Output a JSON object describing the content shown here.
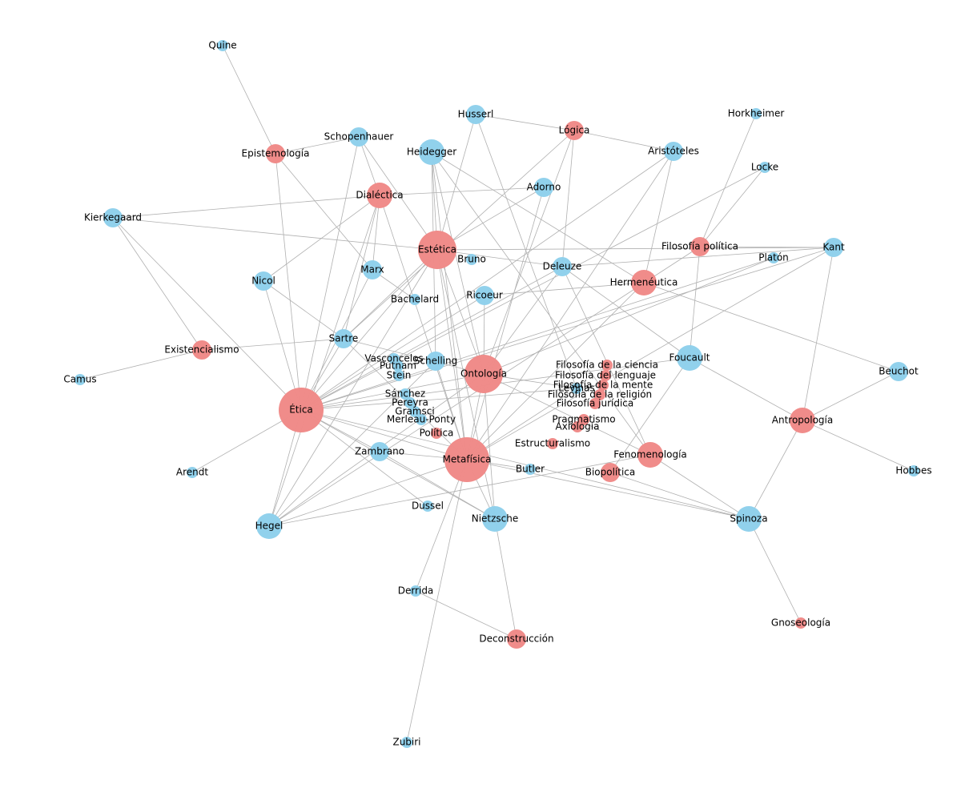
{
  "colors": {
    "person": "#8fd0ec",
    "concept": "#f08a88",
    "edge": "#b0b0b0"
  },
  "nodes": [
    {
      "id": "Quine",
      "type": "person",
      "size": 1
    },
    {
      "id": "Husserl",
      "type": "person",
      "size": 2
    },
    {
      "id": "Horkheimer",
      "type": "person",
      "size": 1
    },
    {
      "id": "Lógica",
      "type": "concept",
      "size": 2
    },
    {
      "id": "Schopenhauer",
      "type": "person",
      "size": 2
    },
    {
      "id": "Epistemología",
      "type": "concept",
      "size": 2
    },
    {
      "id": "Heidegger",
      "type": "person",
      "size": 3
    },
    {
      "id": "Aristóteles",
      "type": "person",
      "size": 2
    },
    {
      "id": "Locke",
      "type": "person",
      "size": 1
    },
    {
      "id": "Adorno",
      "type": "person",
      "size": 2
    },
    {
      "id": "Dialéctica",
      "type": "concept",
      "size": 3
    },
    {
      "id": "Kierkegaard",
      "type": "person",
      "size": 2
    },
    {
      "id": "Estética",
      "type": "concept",
      "size": 5
    },
    {
      "id": "Filosofía política",
      "type": "concept",
      "size": 2
    },
    {
      "id": "Kant",
      "type": "person",
      "size": 2
    },
    {
      "id": "Bruno",
      "type": "person",
      "size": 1
    },
    {
      "id": "Deleuze",
      "type": "person",
      "size": 2
    },
    {
      "id": "Platón",
      "type": "person",
      "size": 1
    },
    {
      "id": "Marx",
      "type": "person",
      "size": 2
    },
    {
      "id": "Hermenéutica",
      "type": "concept",
      "size": 3
    },
    {
      "id": "Nicol",
      "type": "person",
      "size": 2
    },
    {
      "id": "Ricoeur",
      "type": "person",
      "size": 2
    },
    {
      "id": "Bachelard",
      "type": "person",
      "size": 1
    },
    {
      "id": "Sartre",
      "type": "person",
      "size": 2
    },
    {
      "id": "Existencialismo",
      "type": "concept",
      "size": 2
    },
    {
      "id": "Vasconcelos",
      "type": "person",
      "size": 1
    },
    {
      "id": "Schelling",
      "type": "person",
      "size": 2
    },
    {
      "id": "Putnam",
      "type": "person",
      "size": 1
    },
    {
      "id": "Foucault",
      "type": "person",
      "size": 3
    },
    {
      "id": "Ontología",
      "type": "concept",
      "size": 5
    },
    {
      "id": "Filosofía de la ciencia",
      "type": "concept",
      "size": 1
    },
    {
      "id": "Filosofía del lenguaje",
      "type": "concept",
      "size": 1
    },
    {
      "id": "Filosofía de la mente",
      "type": "concept",
      "size": 1
    },
    {
      "id": "Levinas",
      "type": "person",
      "size": 1
    },
    {
      "id": "Filosofía de la religión",
      "type": "concept",
      "size": 1
    },
    {
      "id": "Filosofía jurídica",
      "type": "concept",
      "size": 1
    },
    {
      "id": "Stein",
      "type": "person",
      "size": 1
    },
    {
      "id": "Camus",
      "type": "person",
      "size": 1
    },
    {
      "id": "Beuchot",
      "type": "person",
      "size": 2
    },
    {
      "id": "Sánchez",
      "type": "person",
      "size": 1
    },
    {
      "id": "Pereyra",
      "type": "person",
      "size": 1
    },
    {
      "id": "Gramsci",
      "type": "person",
      "size": 1
    },
    {
      "id": "Ética",
      "type": "concept",
      "size": 6
    },
    {
      "id": "Merleau-Ponty",
      "type": "person",
      "size": 1
    },
    {
      "id": "Antropología",
      "type": "concept",
      "size": 3
    },
    {
      "id": "Pragmatismo",
      "type": "concept",
      "size": 1
    },
    {
      "id": "Axiología",
      "type": "concept",
      "size": 1
    },
    {
      "id": "Política",
      "type": "concept",
      "size": 1
    },
    {
      "id": "Estructuralismo",
      "type": "concept",
      "size": 1
    },
    {
      "id": "Fenomenología",
      "type": "concept",
      "size": 3
    },
    {
      "id": "Zambrano",
      "type": "person",
      "size": 2
    },
    {
      "id": "Metafísica",
      "type": "concept",
      "size": 6
    },
    {
      "id": "Butler",
      "type": "person",
      "size": 1
    },
    {
      "id": "Biopolítica",
      "type": "concept",
      "size": 2
    },
    {
      "id": "Arendt",
      "type": "person",
      "size": 1
    },
    {
      "id": "Hobbes",
      "type": "person",
      "size": 1
    },
    {
      "id": "Dussel",
      "type": "person",
      "size": 1
    },
    {
      "id": "Nietzsche",
      "type": "person",
      "size": 3
    },
    {
      "id": "Hegel",
      "type": "person",
      "size": 3
    },
    {
      "id": "Spinoza",
      "type": "person",
      "size": 3
    },
    {
      "id": "Derrida",
      "type": "person",
      "size": 1
    },
    {
      "id": "Gnoseología",
      "type": "concept",
      "size": 1
    },
    {
      "id": "Deconstrucción",
      "type": "concept",
      "size": 2
    },
    {
      "id": "Zubiri",
      "type": "person",
      "size": 1
    }
  ],
  "edges": [
    [
      "Quine",
      "Epistemología"
    ],
    [
      "Epistemología",
      "Ética"
    ],
    [
      "Epistemología",
      "Marx"
    ],
    [
      "Husserl",
      "Lógica"
    ],
    [
      "Husserl",
      "Estética"
    ],
    [
      "Husserl",
      "Levinas"
    ],
    [
      "Horkheimer",
      "Filosofía política"
    ],
    [
      "Lógica",
      "Aristóteles"
    ],
    [
      "Lógica",
      "Ontología"
    ],
    [
      "Lógica",
      "Deleuze"
    ],
    [
      "Lógica",
      "Sartre"
    ],
    [
      "Schopenhauer",
      "Dialéctica"
    ],
    [
      "Schopenhauer",
      "Estética"
    ],
    [
      "Schopenhauer",
      "Ética"
    ],
    [
      "Schopenhauer",
      "Epistemología"
    ],
    [
      "Heidegger",
      "Estética"
    ],
    [
      "Heidegger",
      "Hermenéutica"
    ],
    [
      "Heidegger",
      "Ontología"
    ],
    [
      "Heidegger",
      "Metafísica"
    ],
    [
      "Heidegger",
      "Schelling"
    ],
    [
      "Heidegger",
      "Fenomenología"
    ],
    [
      "Aristóteles",
      "Ética"
    ],
    [
      "Aristóteles",
      "Metafísica"
    ],
    [
      "Aristóteles",
      "Hermenéutica"
    ],
    [
      "Locke",
      "Filosofía política"
    ],
    [
      "Locke",
      "Ética"
    ],
    [
      "Adorno",
      "Dialéctica"
    ],
    [
      "Adorno",
      "Estética"
    ],
    [
      "Adorno",
      "Metafísica"
    ],
    [
      "Dialéctica",
      "Kierkegaard"
    ],
    [
      "Dialéctica",
      "Hegel"
    ],
    [
      "Dialéctica",
      "Marx"
    ],
    [
      "Dialéctica",
      "Sartre"
    ],
    [
      "Dialéctica",
      "Metafísica"
    ],
    [
      "Dialéctica",
      "Nicol"
    ],
    [
      "Kierkegaard",
      "Estética"
    ],
    [
      "Kierkegaard",
      "Existencialismo"
    ],
    [
      "Kierkegaard",
      "Ética"
    ],
    [
      "Estética",
      "Deleuze"
    ],
    [
      "Estética",
      "Kant"
    ],
    [
      "Estética",
      "Hegel"
    ],
    [
      "Estética",
      "Ontología"
    ],
    [
      "Estética",
      "Metafísica"
    ],
    [
      "Estética",
      "Sartre"
    ],
    [
      "Estética",
      "Nietzsche"
    ],
    [
      "Estética",
      "Ética"
    ],
    [
      "Filosofía política",
      "Kant"
    ],
    [
      "Filosofía política",
      "Foucault"
    ],
    [
      "Filosofía política",
      "Hegel"
    ],
    [
      "Kant",
      "Ética"
    ],
    [
      "Kant",
      "Metafísica"
    ],
    [
      "Kant",
      "Antropología"
    ],
    [
      "Kant",
      "Deleuze"
    ],
    [
      "Deleuze",
      "Ontología"
    ],
    [
      "Deleuze",
      "Foucault"
    ],
    [
      "Deleuze",
      "Fenomenología"
    ],
    [
      "Deleuze",
      "Ética"
    ],
    [
      "Platón",
      "Ética"
    ],
    [
      "Platón",
      "Ontología"
    ],
    [
      "Marx",
      "Bachelard"
    ],
    [
      "Marx",
      "Ética"
    ],
    [
      "Hermenéutica",
      "Ricoeur"
    ],
    [
      "Hermenéutica",
      "Beuchot"
    ],
    [
      "Hermenéutica",
      "Metafísica"
    ],
    [
      "Nicol",
      "Ética"
    ],
    [
      "Nicol",
      "Sartre"
    ],
    [
      "Ricoeur",
      "Ontología"
    ],
    [
      "Ricoeur",
      "Ética"
    ],
    [
      "Sartre",
      "Existencialismo"
    ],
    [
      "Sartre",
      "Ontología"
    ],
    [
      "Sartre",
      "Ética"
    ],
    [
      "Sartre",
      "Metafísica"
    ],
    [
      "Existencialismo",
      "Camus"
    ],
    [
      "Schelling",
      "Metafísica"
    ],
    [
      "Schelling",
      "Hegel"
    ],
    [
      "Foucault",
      "Biopolítica"
    ],
    [
      "Foucault",
      "Antropología"
    ],
    [
      "Foucault",
      "Ética"
    ],
    [
      "Ontología",
      "Levinas"
    ],
    [
      "Ontología",
      "Fenomenología"
    ],
    [
      "Ontología",
      "Metafísica"
    ],
    [
      "Ontología",
      "Ética"
    ],
    [
      "Ontología",
      "Nietzsche"
    ],
    [
      "Ontología",
      "Hegel"
    ],
    [
      "Levinas",
      "Ética"
    ],
    [
      "Levinas",
      "Metafísica"
    ],
    [
      "Beuchot",
      "Antropología"
    ],
    [
      "Ética",
      "Metafísica"
    ],
    [
      "Ética",
      "Hegel"
    ],
    [
      "Ética",
      "Zambrano"
    ],
    [
      "Ética",
      "Arendt"
    ],
    [
      "Ética",
      "Spinoza"
    ],
    [
      "Ética",
      "Nietzsche"
    ],
    [
      "Ética",
      "Dussel"
    ],
    [
      "Antropología",
      "Hobbes"
    ],
    [
      "Antropología",
      "Spinoza"
    ],
    [
      "Fenomenología",
      "Spinoza"
    ],
    [
      "Fenomenología",
      "Hegel"
    ],
    [
      "Zambrano",
      "Metafísica"
    ],
    [
      "Zambrano",
      "Nietzsche"
    ],
    [
      "Metafísica",
      "Butler"
    ],
    [
      "Metafísica",
      "Spinoza"
    ],
    [
      "Metafísica",
      "Derrida"
    ],
    [
      "Metafísica",
      "Zubiri"
    ],
    [
      "Metafísica",
      "Nietzsche"
    ],
    [
      "Metafísica",
      "Hegel"
    ],
    [
      "Spinoza",
      "Gnoseología"
    ],
    [
      "Spinoza",
      "Biopolítica"
    ],
    [
      "Nietzsche",
      "Deconstrucción"
    ],
    [
      "Derrida",
      "Deconstrucción"
    ]
  ]
}
